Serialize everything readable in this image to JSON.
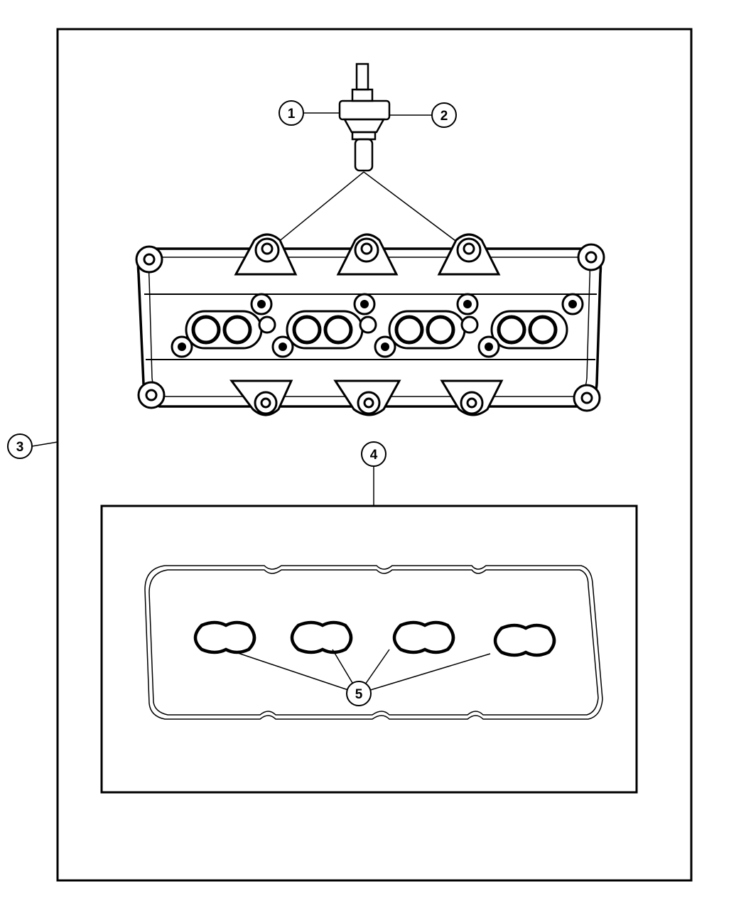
{
  "callouts": [
    {
      "id": "1",
      "label": "1"
    },
    {
      "id": "2",
      "label": "2"
    },
    {
      "id": "3",
      "label": "3"
    },
    {
      "id": "4",
      "label": "4"
    },
    {
      "id": "5",
      "label": "5"
    }
  ],
  "colors": {
    "ink": "#000000",
    "paper": "#ffffff"
  }
}
